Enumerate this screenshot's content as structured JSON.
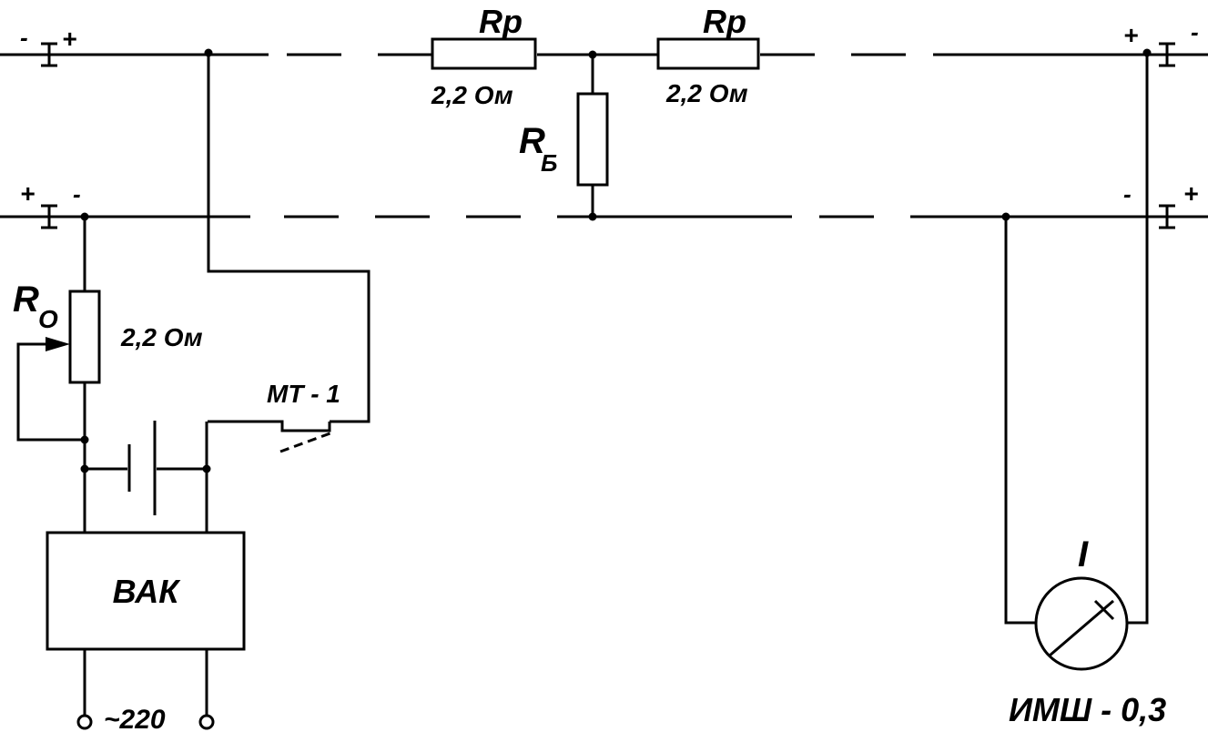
{
  "diagram": {
    "labels": {
      "rp1": "Rp",
      "rp1_value": "2,2 Ом",
      "rp2": "Rp",
      "rp2_value": "2,2 Ом",
      "rb_main": "R",
      "rb_sub": "Б",
      "ro_main": "R",
      "ro_sub": "О",
      "ro_value": "2,2 Ом",
      "switch": "МТ - 1",
      "rectifier": "ВАК",
      "supply": "~220",
      "meter_symbol": "I",
      "meter_name": "ИМШ - 0,3"
    },
    "polarity": {
      "tl_left": "-",
      "tl_right": "+",
      "bl_left": "+",
      "bl_right": "-",
      "tr_left": "+",
      "tr_right": "-",
      "br_left": "-",
      "br_right": "+"
    }
  }
}
